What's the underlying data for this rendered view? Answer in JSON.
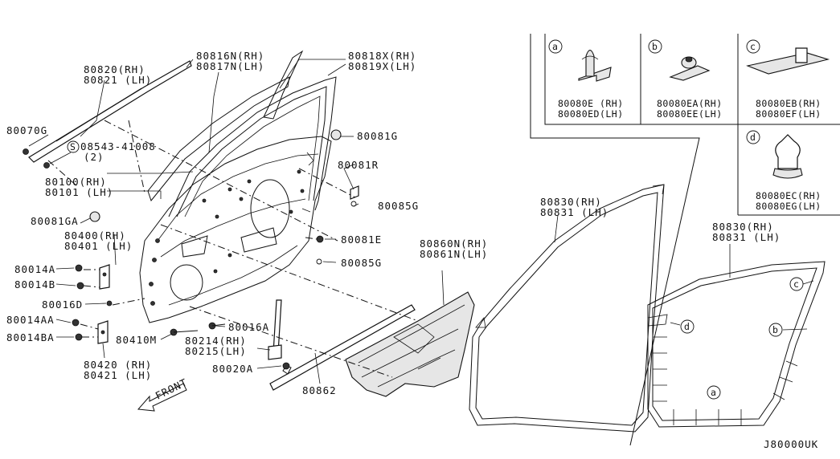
{
  "labels": {
    "p80820": "80820(RH)",
    "p80821": "80821 (LH)",
    "p80816n": "80816N(RH)",
    "p80817n": "80817N(LH)",
    "p80818x": "80818X(RH)",
    "p80819x": "80819X(LH)",
    "p80070g": "80070G",
    "p08543": "08543-41008",
    "p08543_qty": "(2)",
    "p80081g": "80081G",
    "p80081r": "80081R",
    "p80100": "80100(RH)",
    "p80101": "80101 (LH)",
    "p80085g_1": "80085G",
    "p80081ga": "80081GA",
    "p80400": "80400(RH)",
    "p80401": "80401 (LH)",
    "p80081e": "80081E",
    "p80085g_2": "80085G",
    "p80014a": "80014A",
    "p80014b": "80014B",
    "p80016d": "80016D",
    "p80014aa": "80014AA",
    "p80014ba": "80014BA",
    "p80410m": "80410M",
    "p80016a": "80016A",
    "p80214": "80214(RH)",
    "p80215": "80215(LH)",
    "p80020a": "80020A",
    "p80420": "80420 (RH)",
    "p80421": "80421 (LH)",
    "p80860n": "80860N(RH)",
    "p80861n": "80861N(LH)",
    "p80862": "80862",
    "p80830_a": "80830(RH)",
    "p80831_a": "80831 (LH)",
    "p80830_b": "80830(RH)",
    "p80831_b": "80831 (LH)",
    "front": "FRONT",
    "clip_a_rh": "80080E  (RH)",
    "clip_a_lh": "80080ED(LH)",
    "clip_b_rh": "80080EA(RH)",
    "clip_b_lh": "80080EE(LH)",
    "clip_c_rh": "80080EB(RH)",
    "clip_c_lh": "80080EF(LH)",
    "clip_d_rh": "80080EC(RH)",
    "clip_d_lh": "80080EG(LH)"
  },
  "callouts": {
    "a": "a",
    "b": "b",
    "c": "c",
    "d": "d",
    "s": "S"
  },
  "diagram_code": "J80000UK"
}
